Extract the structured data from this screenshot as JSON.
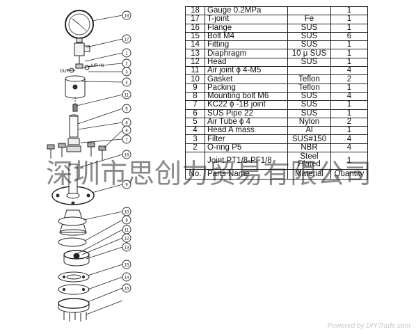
{
  "parts_table": {
    "rows": [
      {
        "no": "18",
        "name": "Gauge 0.2MPa",
        "material": "",
        "quantity": "1"
      },
      {
        "no": "17",
        "name": "T-joint",
        "material": "Fe",
        "quantity": "1"
      },
      {
        "no": "16",
        "name": "Flange",
        "material": "SUS",
        "quantity": "1"
      },
      {
        "no": "15",
        "name": "Bolt M4",
        "material": "SUS",
        "quantity": "6"
      },
      {
        "no": "14",
        "name": "Fitting",
        "material": "SUS",
        "quantity": "1"
      },
      {
        "no": "13",
        "name": "Diaphragm",
        "material": "10 μ SUS",
        "quantity": "1"
      },
      {
        "no": "12",
        "name": "Head",
        "material": "SUS",
        "quantity": "1"
      },
      {
        "no": "11",
        "name": "Air joint ϕ 4-M5",
        "material": "",
        "quantity": "4"
      },
      {
        "no": "10",
        "name": "Gasket",
        "material": "Teflon",
        "quantity": "2"
      },
      {
        "no": "9",
        "name": "Packing",
        "material": "Teflon",
        "quantity": "1"
      },
      {
        "no": "8",
        "name": "Mounting bolt M6",
        "material": "SUS",
        "quantity": "4"
      },
      {
        "no": "7",
        "name": "KC22 ϕ -1B joint",
        "material": "SUS",
        "quantity": "1"
      },
      {
        "no": "6",
        "name": "SUS Pipe 22",
        "material": "SUS",
        "quantity": "1"
      },
      {
        "no": "5",
        "name": "Air Tube ϕ 4",
        "material": "Nylon",
        "quantity": "2"
      },
      {
        "no": "4",
        "name": "Head A mass",
        "material": "Al",
        "quantity": "1"
      },
      {
        "no": "3",
        "name": "Filter",
        "material": "SUS#150",
        "quantity": "4"
      },
      {
        "no": "2",
        "name": "O-ring P5",
        "material": "NBR",
        "quantity": "4"
      }
    ],
    "joint_row": {
      "no": "",
      "name": "Joint PT1/8-PF1/8",
      "material_line1": "Steel",
      "material_line2": "Plated",
      "quantity": "1"
    },
    "header": {
      "no": "No.",
      "name": "Parts Name",
      "material": "Material",
      "quantity": "Quantity"
    }
  },
  "drawing": {
    "balloons": [
      "18",
      "17",
      "1",
      "2",
      "3",
      "4",
      "11",
      "5",
      "6",
      "8",
      "7",
      "16",
      "9",
      "10",
      "8",
      "11",
      "12",
      "13",
      "15",
      "14",
      "15"
    ],
    "port_labels": {
      "out": "OUT",
      "air_in": "AIR IN"
    }
  },
  "watermark": "深圳市思创力贸易有限公司",
  "footer": "Powered by DIYTrade.com"
}
